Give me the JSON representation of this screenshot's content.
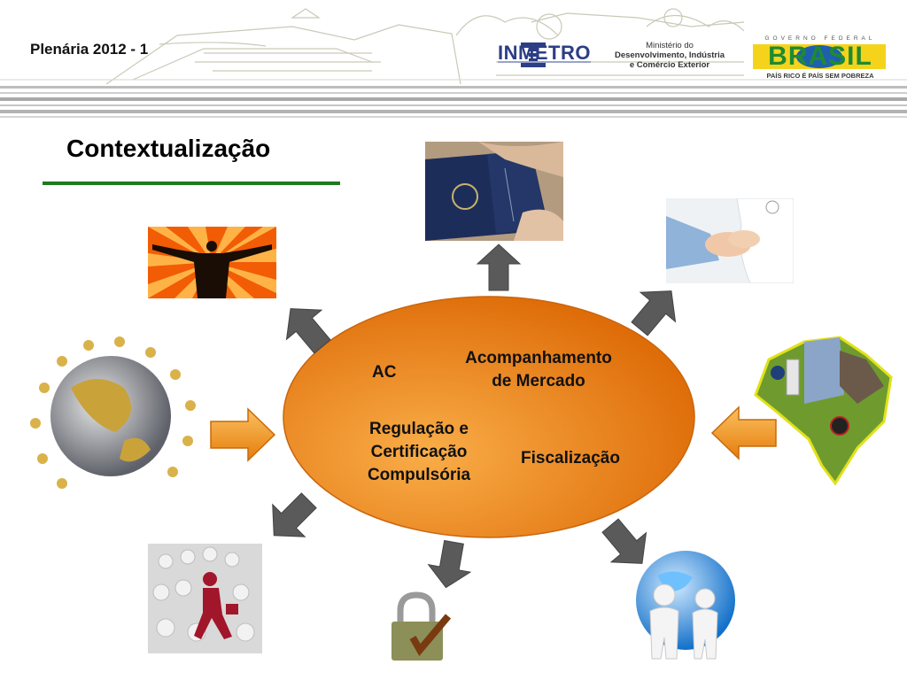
{
  "header": {
    "slide_label": "Plenária 2012 - 1",
    "inmetro": "INMETRO",
    "ministry_line1": "Ministério do",
    "ministry_line2": "Desenvolvimento, Indústria",
    "ministry_line3": "e Comércio Exterior",
    "gov_line": "GOVERNO FEDERAL",
    "brasil": "BRASIL",
    "brasil_slogan": "PAÍS RICO É PAÍS SEM POBREZA"
  },
  "title": "Contextualização",
  "hub": {
    "ac": "AC",
    "acomp_line1": "Acompanhamento",
    "acomp_line2": "de Mercado",
    "reg_line1": "Regulação e",
    "reg_line2": "Certificação",
    "reg_line3": "Compulsória",
    "fisc": "Fiscalização"
  },
  "colors": {
    "hub_light": "#f7a23a",
    "hub_dark": "#e0700a",
    "arrow_gray": "#5a5a5a",
    "arrow_orange": "#f39a1e",
    "title_rule": "#1f7a1f"
  },
  "icons": [
    "arrow-up-icon",
    "arrow-up-right-icon",
    "arrow-up-left-icon",
    "arrow-right-icon",
    "arrow-left-icon",
    "arrow-down-left-icon",
    "arrow-down-icon",
    "arrow-down-right-icon"
  ]
}
